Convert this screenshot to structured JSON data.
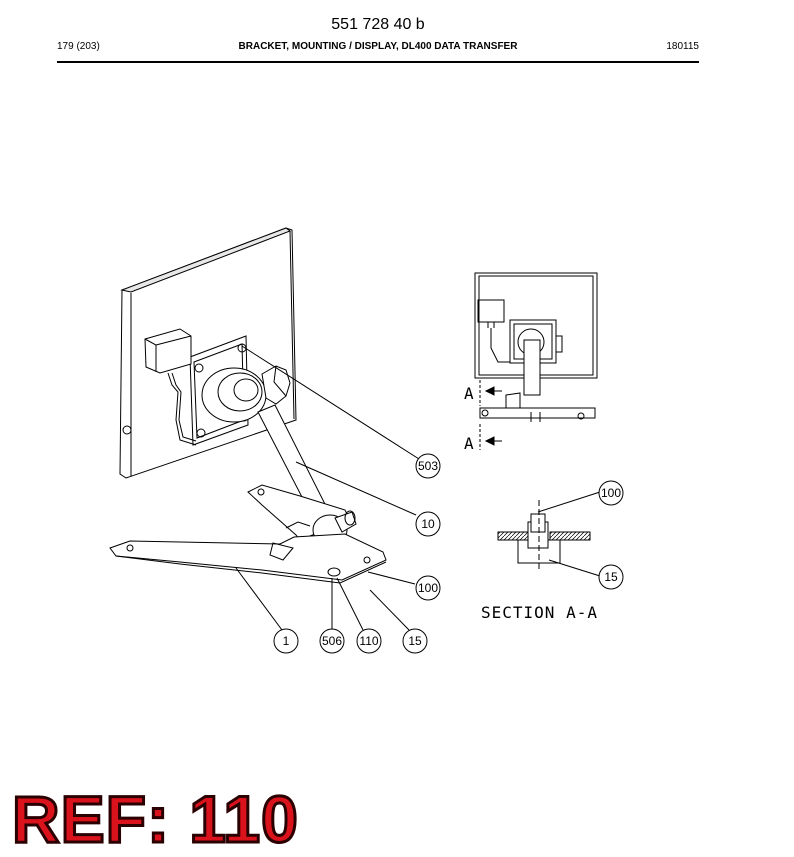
{
  "header": {
    "doc_number": "551 728 40 b",
    "page": "179 (203)",
    "title": "BRACKET, MOUNTING / DISPLAY, DL400 DATA TRANSFER",
    "date": "180115"
  },
  "callouts": {
    "c503": "503",
    "c10": "10",
    "c100_main": "100",
    "c1": "1",
    "c506": "506",
    "c110": "110",
    "c15_main": "15",
    "c100_section": "100",
    "c15_section": "15"
  },
  "section": {
    "marker_top": "A",
    "marker_bottom": "A",
    "label": "SECTION A-A"
  },
  "ref_stamp": "REF: 110",
  "colors": {
    "stamp": "#d9121c",
    "ink": "#000000"
  }
}
